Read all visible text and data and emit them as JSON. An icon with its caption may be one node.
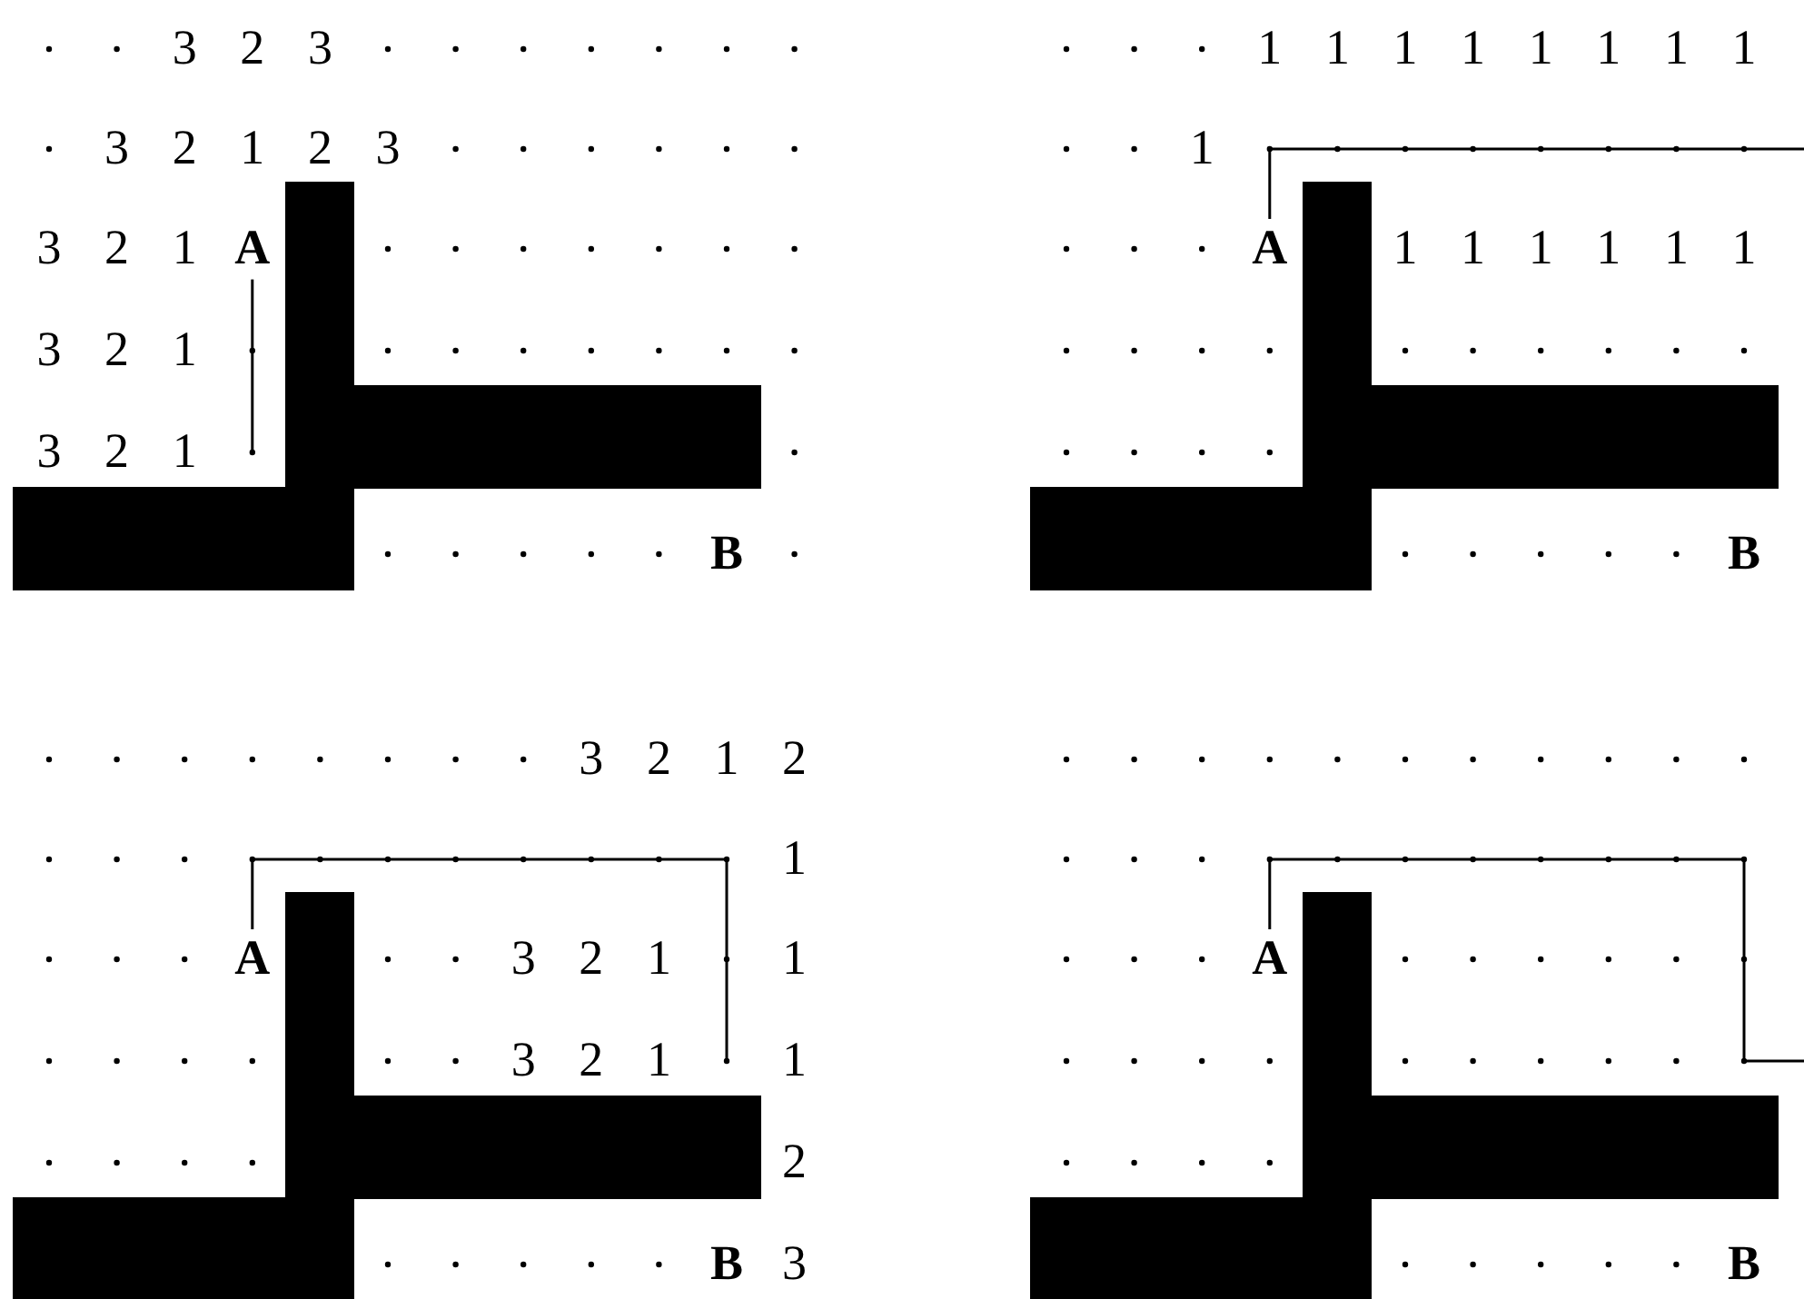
{
  "diagram": {
    "labels": [
      "3",
      "2",
      "3",
      "3",
      "2",
      "1",
      "2",
      "3",
      "3",
      "2",
      "1",
      "A",
      "3",
      "2",
      "1",
      "3",
      "2",
      "1",
      "B",
      "1",
      "1",
      "1",
      "1",
      "1",
      "1",
      "1",
      "1",
      "1",
      "A",
      "1",
      "1",
      "1",
      "1",
      "1",
      "1",
      "B",
      "3",
      "2",
      "1",
      "2",
      "1",
      "A",
      "3",
      "2",
      "1",
      "1",
      "3",
      "2",
      "1",
      "1",
      "2",
      "B",
      "3",
      "A",
      "B"
    ]
  }
}
